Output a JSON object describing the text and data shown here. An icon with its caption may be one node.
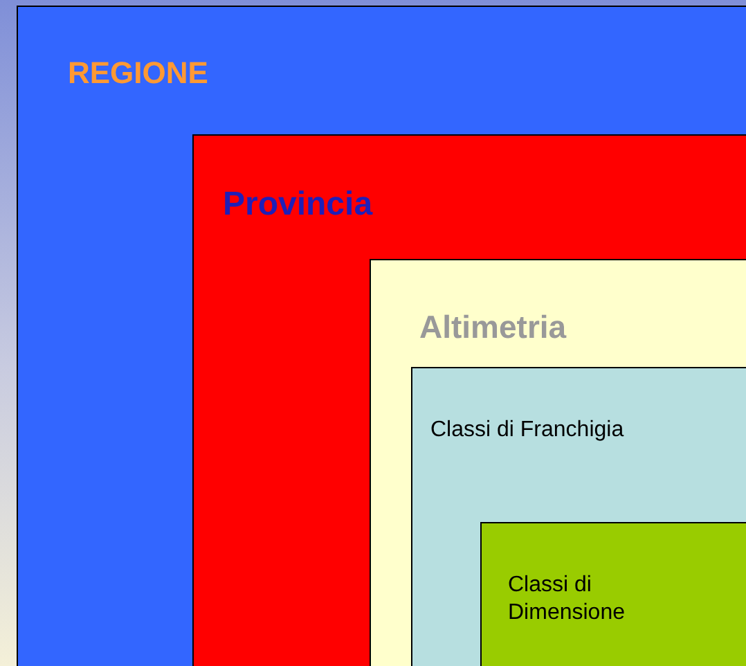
{
  "diagram": {
    "nodes": [
      {
        "text": [
          "REGIONE"
        ]
      },
      {
        "text": [
          "Provincia"
        ],
        "in": 0
      },
      {
        "text": [
          "Altimetria"
        ],
        "in": 1
      },
      {
        "text": [
          "Classi di Franchigia"
        ],
        "in": 2
      },
      {
        "text": [
          "Classi di Dimensione"
        ],
        "in": 3
      }
    ]
  }
}
